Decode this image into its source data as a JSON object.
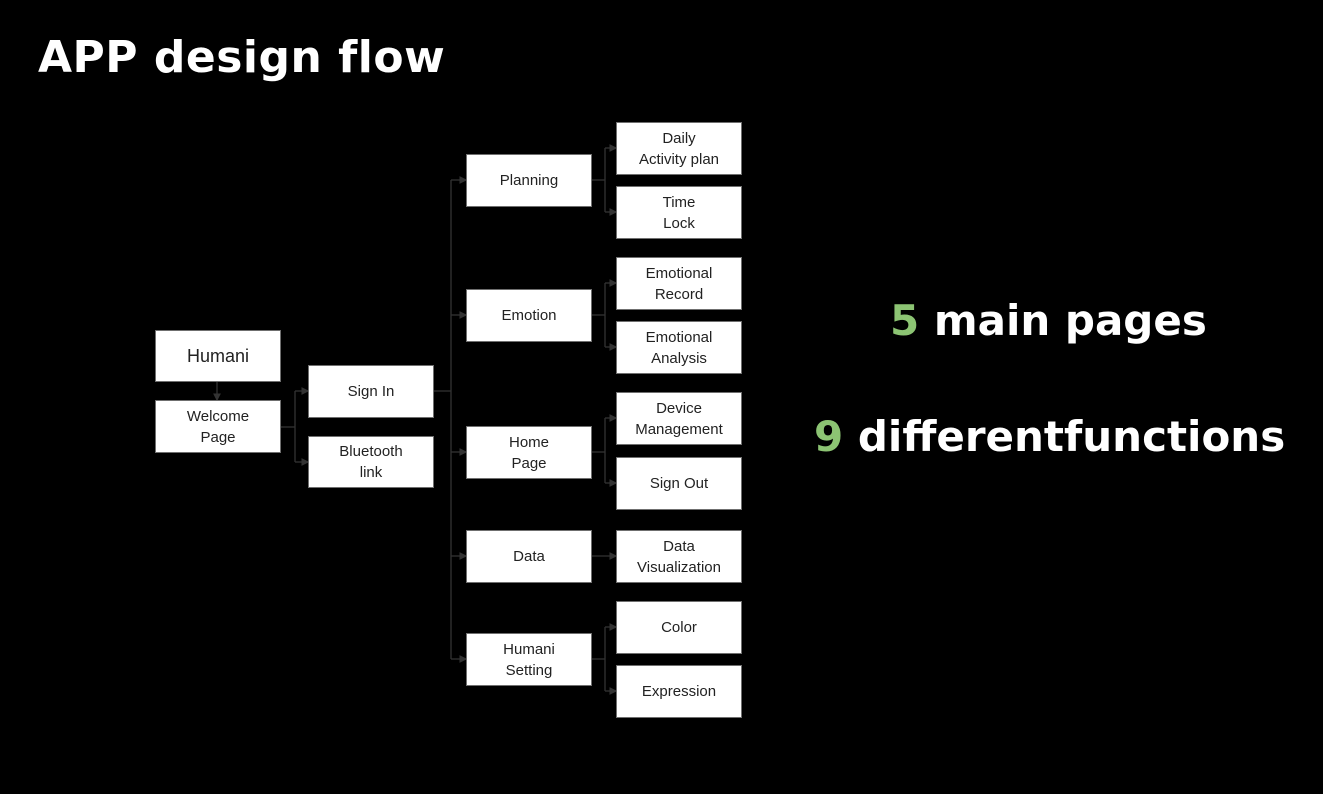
{
  "title": "APP design flow",
  "colors": {
    "background": "#000000",
    "node_fill": "#ffffff",
    "node_text": "#222222",
    "accent_number": "#8cc473",
    "stat_text": "#ffffff"
  },
  "nodes": {
    "humani": [
      "Humani",
      ""
    ],
    "welcome": [
      "Welcome",
      "Page"
    ],
    "signin": [
      "Sign In",
      ""
    ],
    "bluetooth": [
      "Bluetooth",
      "link"
    ],
    "planning": [
      "Planning",
      ""
    ],
    "emotion": [
      "Emotion",
      ""
    ],
    "homepage": [
      "Home",
      "Page"
    ],
    "data": [
      "Data",
      ""
    ],
    "setting": [
      "Humani",
      "Setting"
    ],
    "daily": [
      "Daily",
      "Activity plan"
    ],
    "timelock": [
      "Time",
      "Lock"
    ],
    "erecord": [
      "Emotional",
      "Record"
    ],
    "eanalysis": [
      "Emotional",
      "Analysis"
    ],
    "device": [
      "Device",
      "Management"
    ],
    "signout": [
      "Sign Out",
      ""
    ],
    "dataviz": [
      "Data",
      "Visualization"
    ],
    "color": [
      "Color",
      ""
    ],
    "expression": [
      "Expression",
      ""
    ]
  },
  "stats": {
    "pages": {
      "number": "5",
      "text": "main pages"
    },
    "functions": {
      "number": "9",
      "text": "differentfunctions"
    }
  }
}
